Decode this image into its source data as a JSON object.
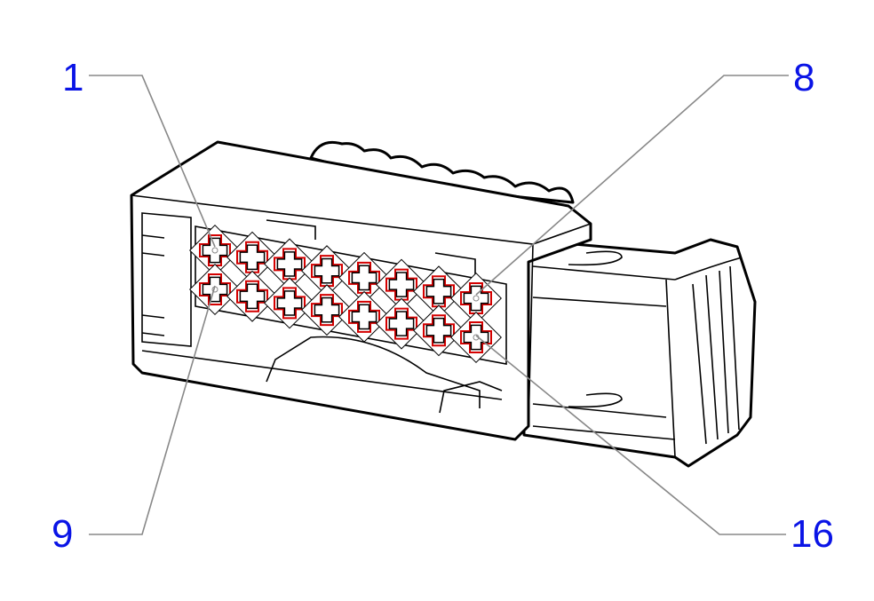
{
  "diagram": {
    "title_labels": {
      "pin_1": "1",
      "pin_8": "8",
      "pin_9": "9",
      "pin_16": "16"
    },
    "pin_rows": 2,
    "pins_per_row": 8,
    "colors": {
      "label": "#0a14e6",
      "pin_outline": "#d40000",
      "leader": "#888888",
      "outline": "#000000"
    }
  }
}
